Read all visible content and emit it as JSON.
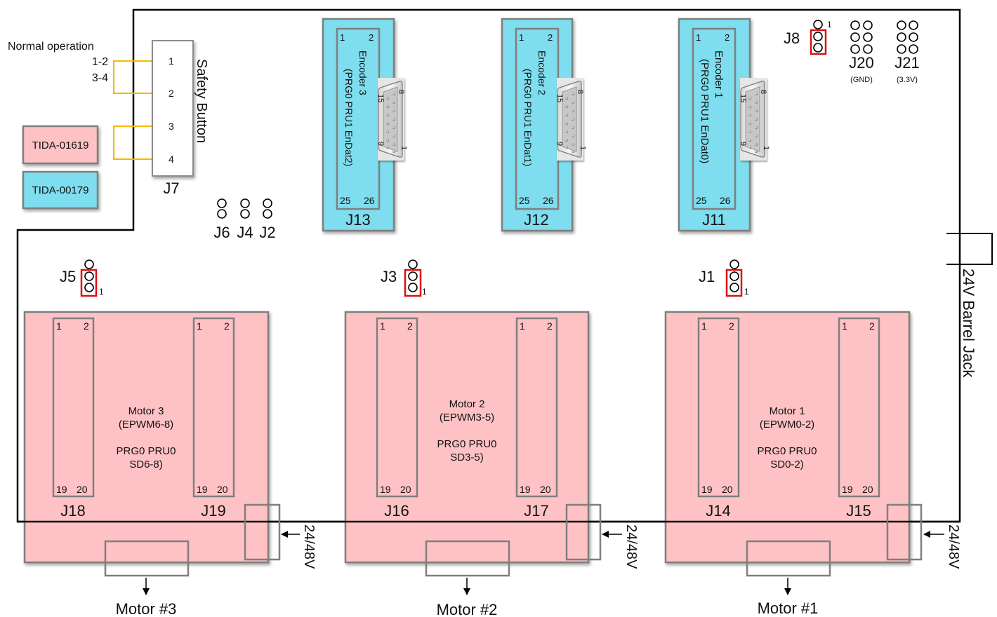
{
  "normal_operation": {
    "title": "Normal operation",
    "pair1": "1-2",
    "pair2": "3-4"
  },
  "tida": {
    "a": "TIDA-01619",
    "b": "TIDA-00179"
  },
  "j7": {
    "label": "J7",
    "name": "Safety Button",
    "pins": [
      "1",
      "2",
      "3",
      "4"
    ]
  },
  "small_jumpers": [
    "J6",
    "J4",
    "J2"
  ],
  "encoders": [
    {
      "id": "J13",
      "title": "Encoder 3",
      "sub": "(PRG0 PRU1 EnDat2)",
      "p1": "1",
      "p2": "2",
      "p25": "25",
      "p26": "26"
    },
    {
      "id": "J12",
      "title": "Encoder 2",
      "sub": "(PRG0 PRU1 EnDat1)",
      "p1": "1",
      "p2": "2",
      "p25": "25",
      "p26": "26"
    },
    {
      "id": "J11",
      "title": "Encoder 1",
      "sub": "(PRG0 PRU1 EnDat0)",
      "p1": "1",
      "p2": "2",
      "p25": "25",
      "p26": "26"
    }
  ],
  "db15_pins": {
    "top_left": "15",
    "top_right": "8",
    "bottom_left": "9",
    "bottom_right": "1"
  },
  "header_jumpers": [
    {
      "id": "J8",
      "pin1": "1"
    },
    {
      "id": "J5",
      "pin1": "1"
    },
    {
      "id": "J3",
      "pin1": "1"
    },
    {
      "id": "J1",
      "pin1": "1"
    }
  ],
  "j20": {
    "id": "J20",
    "note": "(GND)"
  },
  "j21": {
    "id": "J21",
    "note": "(3.3V)"
  },
  "barrel_jack": "24V Barrel Jack",
  "motors": [
    {
      "line1": "Motor 3",
      "line2": "(EPWM6-8)",
      "line3": "PRG0 PRU0",
      "line4": "SD6-8)",
      "left": "J18",
      "right": "J19",
      "power": "24/48V",
      "output": "Motor #3"
    },
    {
      "line1": "Motor 2",
      "line2": "(EPWM3-5)",
      "line3": "PRG0 PRU0",
      "line4": "SD3-5)",
      "left": "J16",
      "right": "J17",
      "power": "24/48V",
      "output": "Motor #2"
    },
    {
      "line1": "Motor 1",
      "line2": "(EPWM0-2)",
      "line3": "PRG0 PRU0",
      "line4": "SD0-2)",
      "left": "J14",
      "right": "J15",
      "power": "24/48V",
      "output": "Motor #1"
    }
  ],
  "motor_header_pins": {
    "p1": "1",
    "p2": "2",
    "p19": "19",
    "p20": "20"
  },
  "colors": {
    "pink": "#FFC2C4",
    "cyan": "#7EDDEE",
    "gray": "#7F7F7F",
    "yellow": "#F5B800",
    "red": "#DD1111",
    "outline": "#000000"
  }
}
